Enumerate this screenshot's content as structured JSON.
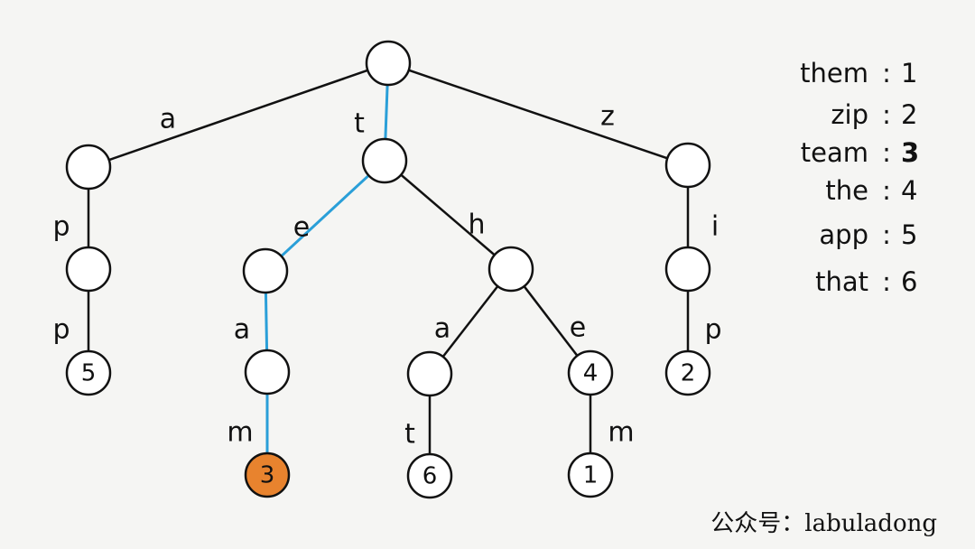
{
  "colors": {
    "line": "#111111",
    "node_fill": "#ffffff",
    "highlight_path": "#2a9fd8",
    "highlight_node": "#e8832e",
    "background": "#f5f5f3"
  },
  "trie": {
    "edges": [
      {
        "id": "e-a",
        "label": "a",
        "highlight": false
      },
      {
        "id": "e-t",
        "label": "t",
        "highlight": true
      },
      {
        "id": "e-z",
        "label": "z",
        "highlight": false
      },
      {
        "id": "e-ap",
        "label": "p",
        "highlight": false
      },
      {
        "id": "e-app",
        "label": "p",
        "highlight": false
      },
      {
        "id": "e-te",
        "label": "e",
        "highlight": true
      },
      {
        "id": "e-th",
        "label": "h",
        "highlight": false
      },
      {
        "id": "e-tea",
        "label": "a",
        "highlight": true
      },
      {
        "id": "e-team",
        "label": "m",
        "highlight": true
      },
      {
        "id": "e-tha",
        "label": "a",
        "highlight": false
      },
      {
        "id": "e-that",
        "label": "t",
        "highlight": false
      },
      {
        "id": "e-the",
        "label": "e",
        "highlight": false
      },
      {
        "id": "e-them",
        "label": "m",
        "highlight": false
      },
      {
        "id": "e-zi",
        "label": "i",
        "highlight": false
      },
      {
        "id": "e-zip",
        "label": "p",
        "highlight": false
      }
    ],
    "nodes": [
      {
        "id": "n-root",
        "value": "",
        "highlight": false
      },
      {
        "id": "n-a",
        "value": "",
        "highlight": false
      },
      {
        "id": "n-t",
        "value": "",
        "highlight": false
      },
      {
        "id": "n-z",
        "value": "",
        "highlight": false
      },
      {
        "id": "n-ap",
        "value": "",
        "highlight": false
      },
      {
        "id": "n-app",
        "value": "5",
        "highlight": false
      },
      {
        "id": "n-te",
        "value": "",
        "highlight": false
      },
      {
        "id": "n-th",
        "value": "",
        "highlight": false
      },
      {
        "id": "n-tea",
        "value": "",
        "highlight": false
      },
      {
        "id": "n-team",
        "value": "3",
        "highlight": true
      },
      {
        "id": "n-tha",
        "value": "",
        "highlight": false
      },
      {
        "id": "n-that",
        "value": "6",
        "highlight": false
      },
      {
        "id": "n-the",
        "value": "4",
        "highlight": false
      },
      {
        "id": "n-them",
        "value": "1",
        "highlight": false
      },
      {
        "id": "n-zi",
        "value": "",
        "highlight": false
      },
      {
        "id": "n-zip",
        "value": "2",
        "highlight": false
      }
    ]
  },
  "legend": [
    {
      "word": "them",
      "sep": ":",
      "value": "1",
      "highlight": false
    },
    {
      "word": "zip",
      "sep": ":",
      "value": "2",
      "highlight": false
    },
    {
      "word": "team",
      "sep": ":",
      "value": "3",
      "highlight": true
    },
    {
      "word": "the",
      "sep": ":",
      "value": "4",
      "highlight": false
    },
    {
      "word": "app",
      "sep": ":",
      "value": "5",
      "highlight": false
    },
    {
      "word": "that",
      "sep": ":",
      "value": "6",
      "highlight": false
    }
  ],
  "credit": "公众号：labuladong"
}
